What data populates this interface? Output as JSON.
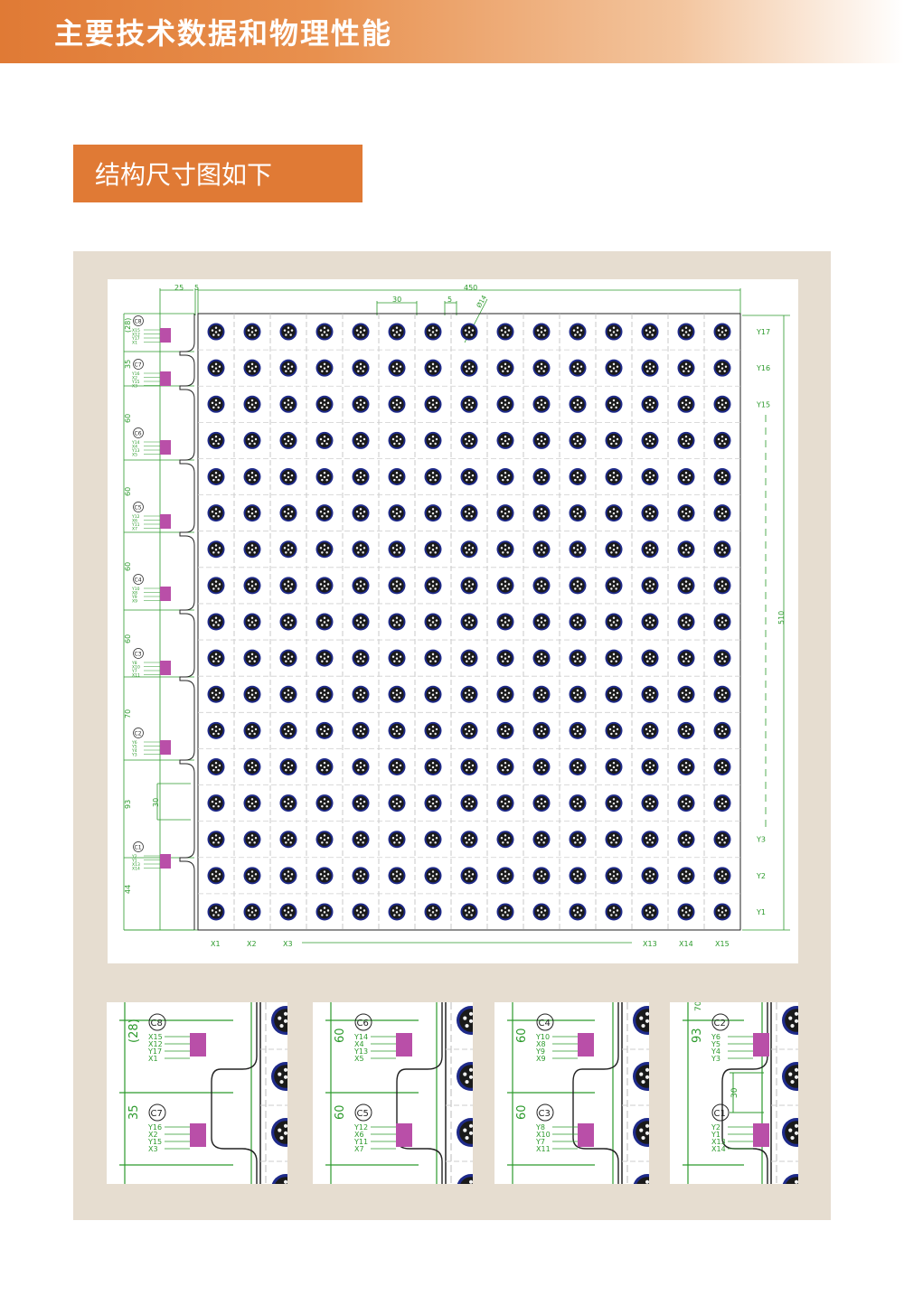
{
  "header": {
    "title": "主要技术数据和物理性能"
  },
  "section": {
    "title": "结构尺寸图如下"
  },
  "drawing": {
    "dims_top": {
      "left_margin": "25",
      "gap": "5",
      "width": "450",
      "pitch": "30",
      "spacing": "5",
      "diameter": "Ø14"
    },
    "dims_right": {
      "height": "510"
    },
    "left_dims": [
      "(28)",
      "35",
      "60",
      "60",
      "60",
      "60",
      "70",
      "93",
      "44"
    ],
    "inner_dim": "30",
    "connectors": [
      {
        "id": "C8",
        "pins": [
          "X15",
          "X12",
          "Y17",
          "X1"
        ]
      },
      {
        "id": "C7",
        "pins": [
          "Y16",
          "X2",
          "Y15",
          "X3"
        ]
      },
      {
        "id": "C6",
        "pins": [
          "Y14",
          "X4",
          "Y13",
          "X5"
        ]
      },
      {
        "id": "C5",
        "pins": [
          "Y12",
          "X6",
          "Y11",
          "X7"
        ]
      },
      {
        "id": "C4",
        "pins": [
          "Y10",
          "X8",
          "Y9",
          "X9"
        ]
      },
      {
        "id": "C3",
        "pins": [
          "Y8",
          "X10",
          "Y7",
          "X11"
        ]
      },
      {
        "id": "C2",
        "pins": [
          "Y6",
          "Y5",
          "Y4",
          "Y3"
        ]
      },
      {
        "id": "C1",
        "pins": [
          "Y2",
          "Y1",
          "X13",
          "X14"
        ]
      }
    ],
    "y_labels_top": [
      "Y17",
      "Y16",
      "Y15"
    ],
    "y_labels_bottom": [
      "Y3",
      "Y2",
      "Y1"
    ],
    "x_labels_left": [
      "X1",
      "X2",
      "X3"
    ],
    "x_labels_right": [
      "X13",
      "X14",
      "X15"
    ],
    "grid": {
      "columns": 15,
      "rows": 17
    }
  },
  "colors": {
    "accent": "#e07a35",
    "panel": "#e6ddd0",
    "dimension_green": "#2c9a2c",
    "connector_purple": "#b94fa8",
    "led_blue": "#1e2a8a",
    "led_dark": "#1a1a1a"
  }
}
